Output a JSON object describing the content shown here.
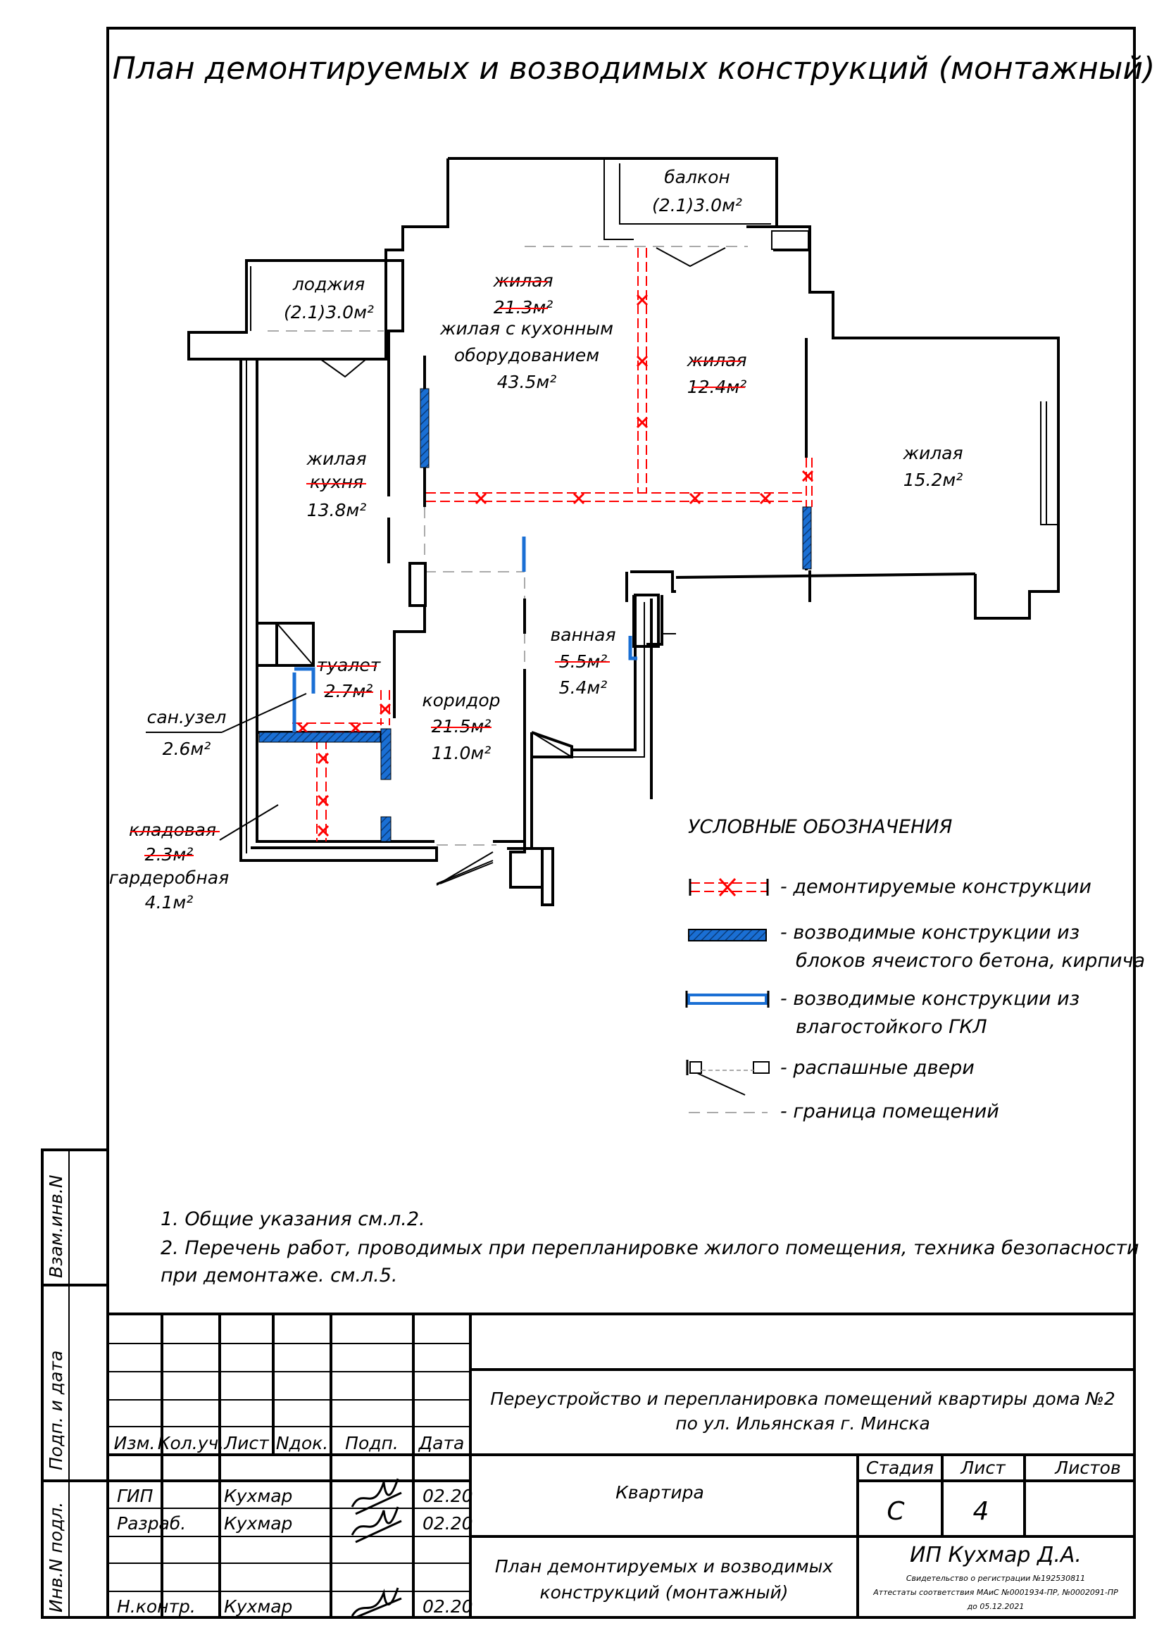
{
  "sheet": {
    "title": "План демонтируемых и возводимых конструкций (монтажный)"
  },
  "rooms": {
    "balcony": {
      "name": "балкон",
      "area": "(2.1)3.0м²"
    },
    "loggia": {
      "name": "лоджия",
      "area": "(2.1)3.0м²"
    },
    "living_old": {
      "name": "жилая",
      "area": "21.3м²"
    },
    "living_kitchen": {
      "line1": "жилая с кухонным",
      "line2": "оборудованием",
      "area": "43.5м²"
    },
    "living_small": {
      "name": "жилая",
      "area": "12.4м²"
    },
    "living_right": {
      "name": "жилая",
      "area": "15.2м²"
    },
    "living_left": {
      "name": "жилая",
      "old_name": "кухня",
      "area": "13.8м²"
    },
    "bathroom": {
      "name": "ванная",
      "old_area": "5.5м²",
      "area": "5.4м²"
    },
    "toilet": {
      "name": "туалет",
      "area": "2.7м²"
    },
    "corridor": {
      "name": "коридор",
      "old_area": "21.5м²",
      "area": "11.0м²"
    },
    "wc": {
      "name": "сан.узел",
      "area": "2.6м²"
    },
    "storage": {
      "old_name": "кладовая",
      "old_area": "2.3м²",
      "name": "гардеробная",
      "area": "4.1м²"
    }
  },
  "legend": {
    "heading": "УСЛОВНЫЕ ОБОЗНАЧЕНИЯ",
    "items": [
      {
        "text": "- демонтируемые конструкции"
      },
      {
        "text": "- возводимые конструкции из",
        "text2": "блоков ячеистого бетона, кирпича"
      },
      {
        "text": "- возводимые конструкции из",
        "text2": "влагостойкого ГКЛ"
      },
      {
        "text": "- распашные двери"
      },
      {
        "text": "- граница помещений"
      }
    ]
  },
  "notes": [
    "1. Общие указания см.л.2.",
    "2. Перечень работ, проводимых при перепланировке жилого помещения, техника безопасности",
    "при демонтаже. см.л.5."
  ],
  "side_labels": [
    "Взам.инв.N",
    "Подп. и дата",
    "Инв.N подл."
  ],
  "title_block": {
    "headers": [
      "Изм.",
      "Кол.уч.",
      "Лист",
      "Nдок.",
      "Подп.",
      "Дата"
    ],
    "rows": [
      {
        "role": "ГИП",
        "name": "Кухмар",
        "date": "02.20"
      },
      {
        "role": "Разраб.",
        "name": "Кухмар",
        "date": "02.20"
      },
      {
        "role": "Н.контр.",
        "name": "Кухмар",
        "date": "02.20"
      }
    ],
    "project_line1": "Переустройство и перепланировка помещений квартиры дома №2",
    "project_line2": "по ул. Ильянская г. Минска",
    "object": "Квартира",
    "sheet_title_line1": "План демонтируемых и возводимых",
    "sheet_title_line2": "конструкций (монтажный)",
    "stage_label": "Стадия",
    "sheet_label": "Лист",
    "sheets_label": "Листов",
    "stage": "С",
    "sheet_no": "4",
    "sheets_total": "",
    "company": "ИП Кухмар Д.А.",
    "cert1": "Свидетельство о регистрации №192530811",
    "cert2": "Аттестаты соответствия МАиС №0001934-ПР, №0002091-ПР",
    "cert3": "до 05.12.2021"
  },
  "colors": {
    "demolish": "#ff0000",
    "new_wall": "#1a6fd4",
    "outline": "#000000",
    "boundary": "#aaaaaa"
  }
}
